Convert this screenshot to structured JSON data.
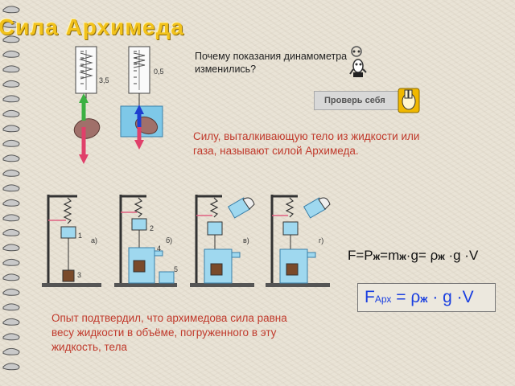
{
  "title": "Сила Архимеда",
  "question": "Почему показания динамометра изменились?",
  "check_button": "Проверь себя",
  "definition": "Силу, выталкивающую тело из жидкости или газа, называют силой Архимеда.",
  "formula_general": {
    "part1": "F=P",
    "sub1": "ж",
    "part2": "=m",
    "sub2": "ж",
    "part3": "·g= ",
    "rho": "ρ",
    "sub3": "ж",
    "part4": " ·g ·V"
  },
  "formula_box": {
    "F": "F",
    "sub_arch": "Арх",
    "eq": " = ",
    "rho": "ρ",
    "sub_liquid": "ж",
    "tail": " · g ·V"
  },
  "conclusion": "Опыт подтвердил, что архимедова сила равна весу жидкости в объёме, погруженного в эту жидкость, тела",
  "dynamometer_labels": {
    "left": "3,5",
    "right": "0,5"
  },
  "experiment_labels": {
    "a": "а)",
    "b": "б)",
    "c": "в)",
    "d": "г)",
    "n1": "1",
    "n2": "2",
    "n3": "3",
    "n4": "4",
    "n5": "5"
  },
  "colors": {
    "title": "#f2c21b",
    "red_text": "#c0392b",
    "blue_formula": "#1a3fe0",
    "water": "#7ec8e8",
    "arrow_green": "#3cb043",
    "arrow_red": "#e0406a",
    "arrow_blue": "#1e3fd0"
  }
}
